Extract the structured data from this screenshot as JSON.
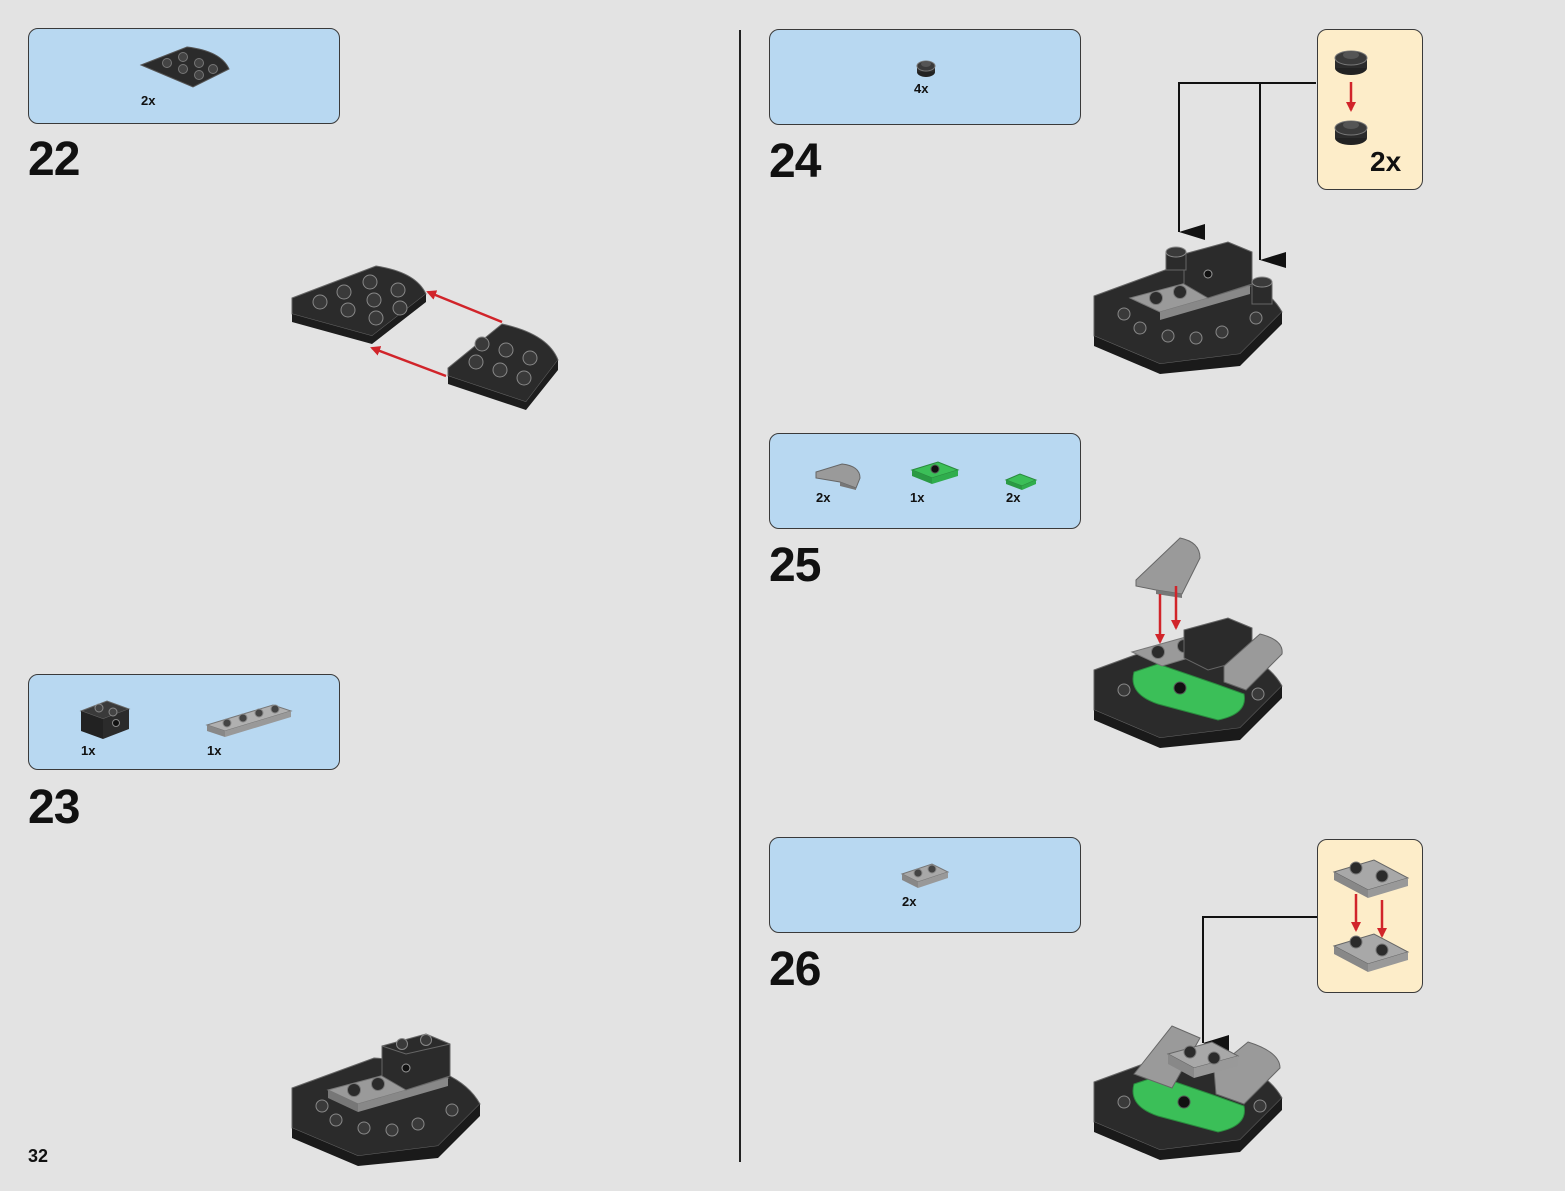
{
  "page_number": "32",
  "steps": [
    {
      "number": "22",
      "parts": [
        {
          "qty": "2x",
          "icon": "black-quarter-round-plate"
        }
      ]
    },
    {
      "number": "23",
      "parts": [
        {
          "qty": "1x",
          "icon": "black-technic-brick"
        },
        {
          "qty": "1x",
          "icon": "grey-1x4-plate"
        }
      ]
    },
    {
      "number": "24",
      "parts": [
        {
          "qty": "4x",
          "icon": "black-round-plate-1x1"
        }
      ],
      "callout": {
        "qty": "2x"
      }
    },
    {
      "number": "25",
      "parts": [
        {
          "qty": "2x",
          "icon": "grey-curved-slope"
        },
        {
          "qty": "1x",
          "icon": "green-jumper-plate"
        },
        {
          "qty": "2x",
          "icon": "green-tile-slope"
        }
      ]
    },
    {
      "number": "26",
      "parts": [
        {
          "qty": "2x",
          "icon": "grey-1x2-plate"
        }
      ],
      "callout": {
        "icon": "grey-1x2-plate-stack"
      }
    }
  ],
  "colors": {
    "background": "#e3e3e3",
    "parts_box": "#b8d8f1",
    "callout": "#fdedc9",
    "arrow_red": "#d1242a",
    "brick_black": "#2b2b2b",
    "brick_grey": "#9a9a9a",
    "brick_green": "#3bbf58"
  }
}
